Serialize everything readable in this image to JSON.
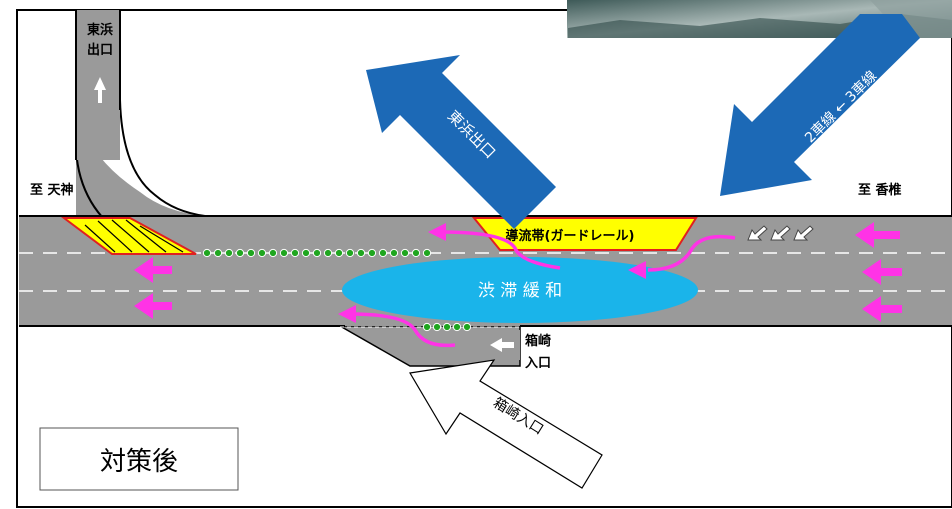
{
  "labels": {
    "higashihama_exit": "東浜出口",
    "hakozaki_entrance": "箱崎入口",
    "to_tenjin": "至 天神",
    "to_kashii": "至 香椎",
    "buffer_zone": "導流帯(ガードレール)",
    "congestion_relief": "渋 滞 緩 和",
    "after_measures": "対策後",
    "arrow_higashihama_exit": "東浜出口",
    "arrow_lanes": "2車線 ← 3車線",
    "arrow_hakozaki": "箱崎入口"
  },
  "colors": {
    "road": "#9a9a9a",
    "lane_line": "#ffffff",
    "flow_arrow": "#ff33e6",
    "big_arrow": "#1c69b6",
    "relief_ellipse": "#1ab4ea",
    "buffer_yellow": "#ffff00",
    "bollard_green": "#1fa61f",
    "edge_red": "#e02020"
  },
  "bollards": {
    "upper_count": 21,
    "lower_count": 5
  }
}
